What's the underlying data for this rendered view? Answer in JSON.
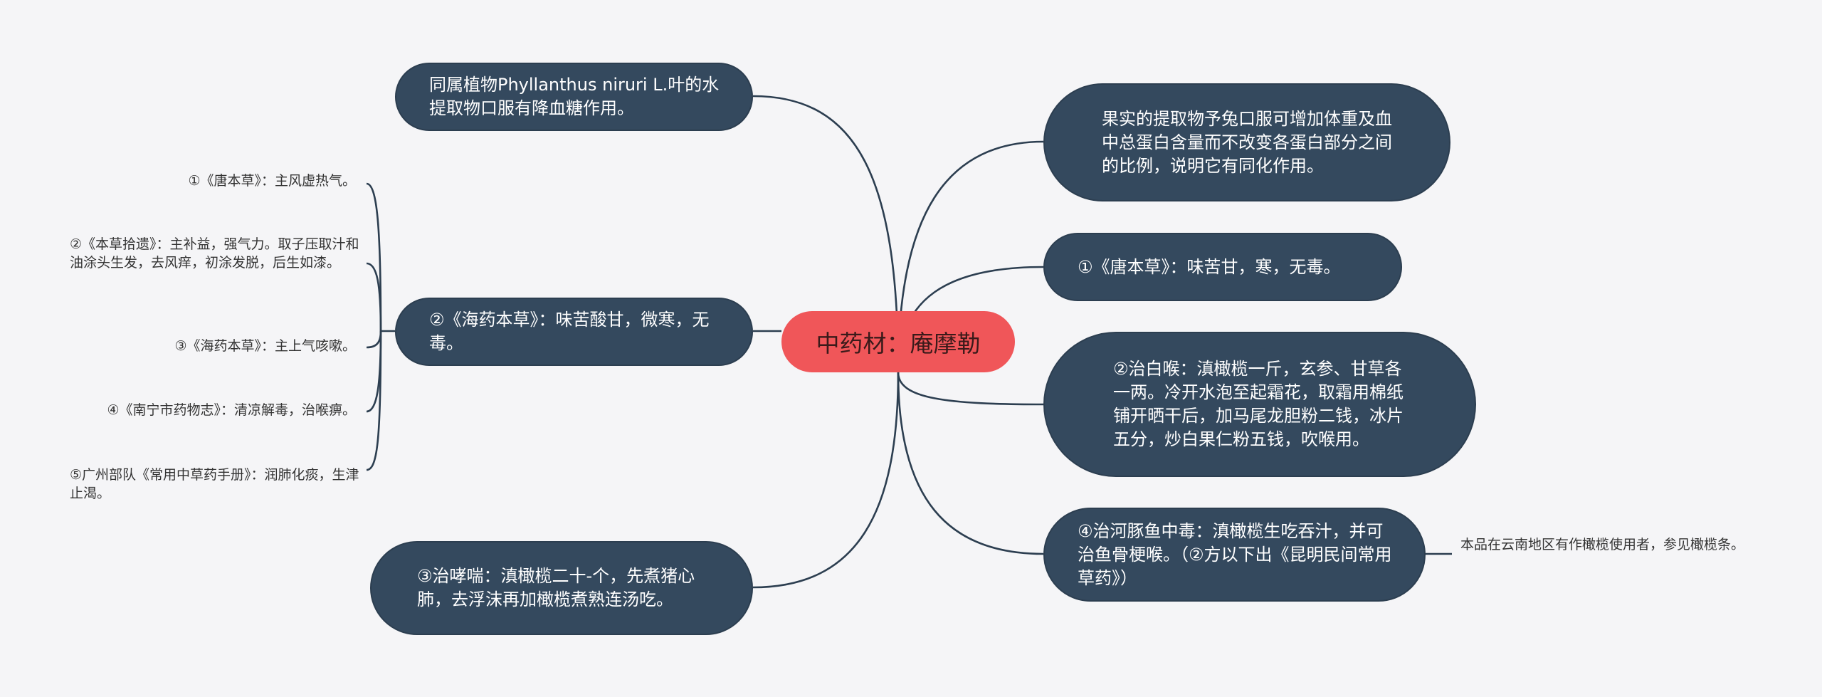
{
  "center": {
    "label": "中药材：庵摩勒"
  },
  "left_nodes": {
    "n1": "同属植物Phyllanthus niruri L.叶的水提取物口服有降血糖作用。",
    "n2": "②《海药本草》：味苦酸甘，微寒，无毒。",
    "n3": "③治哮喘：滇橄榄二十-个，先煮猪心肺，去浮沫再加橄榄煮熟连汤吃。"
  },
  "left_leaves": [
    "①《唐本草》：主风虚热气。",
    "②《本草拾遗》：主补益，强气力。取子压取汁和油涂头生发，去风痒，初涂发脱，后生如漆。",
    "③《海药本草》：主上气咳嗽。",
    "④《南宁市药物志》：清凉解毒，治喉痹。",
    "⑤广州部队《常用中草药手册》：润肺化痰，生津止渴。"
  ],
  "right_nodes": {
    "r1": "果实的提取物予兔口服可增加体重及血中总蛋白含量而不改变各蛋白部分之间的比例，说明它有同化作用。",
    "r2": "①《唐本草》：味苦甘，寒，无毒。",
    "r3": "②治白喉：滇橄榄一斤，玄参、甘草各一两。冷开水泡至起霜花，取霜用棉纸铺开晒干后，加马尾龙胆粉二钱，冰片五分，炒白果仁粉五钱，吹喉用。",
    "r4": "④治河豚鱼中毒：滇橄榄生吃吞汁，并可治鱼骨梗喉。（②方以下出《昆明民间常用草药》）"
  },
  "right_leaf": "本品在云南地区有作橄榄使用者，参见橄榄条。",
  "colors": {
    "background": "#f5f5f7",
    "node_fill": "#34495e",
    "node_border": "#2c3e50",
    "center_fill": "#f05659",
    "line": "#2c3e50"
  }
}
